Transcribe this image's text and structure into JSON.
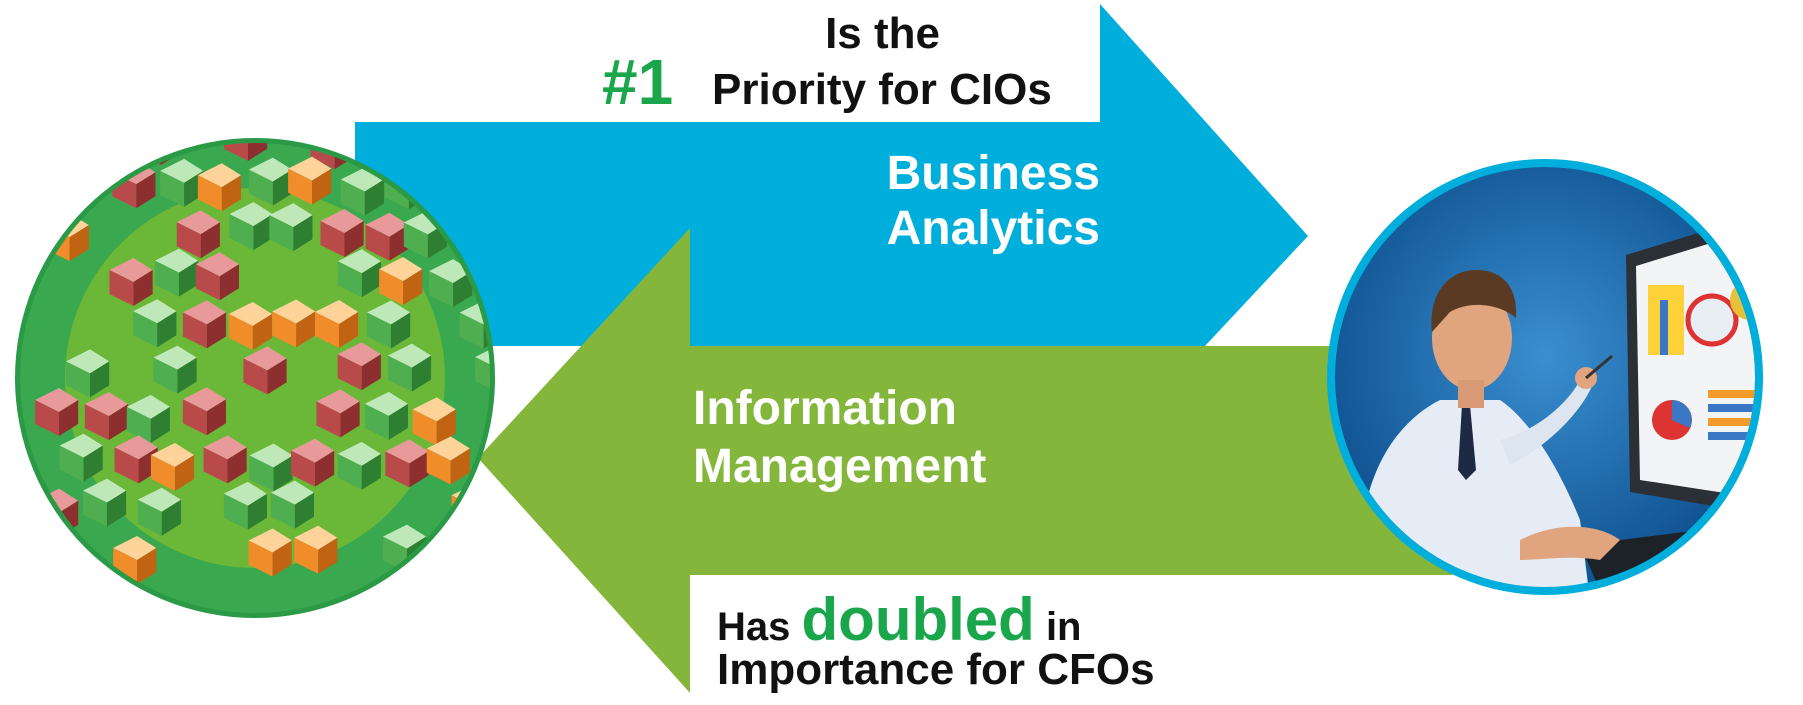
{
  "forward_arrow": {
    "label_line1": "Business",
    "label_line2": "Analytics",
    "color": "#00aedb"
  },
  "return_arrow": {
    "label_line1": "Information",
    "label_line2": "Management",
    "color": "#84b63c"
  },
  "cio_callout": {
    "rank": "#1",
    "line1": "Is the",
    "line2": "Priority for CIOs",
    "rank_color": "#1aa64b"
  },
  "cfo_callout": {
    "prefix": "Has",
    "emphasis": "doubled",
    "suffix": "in",
    "line2": "Importance for CFOs",
    "emphasis_color": "#1aa64b"
  },
  "left_image": {
    "icon": "data-cubes-icon",
    "ring_color": "#2a9a46"
  },
  "right_image": {
    "icon": "analyst-at-dashboard-icon",
    "ring_color": "#00aedb"
  }
}
